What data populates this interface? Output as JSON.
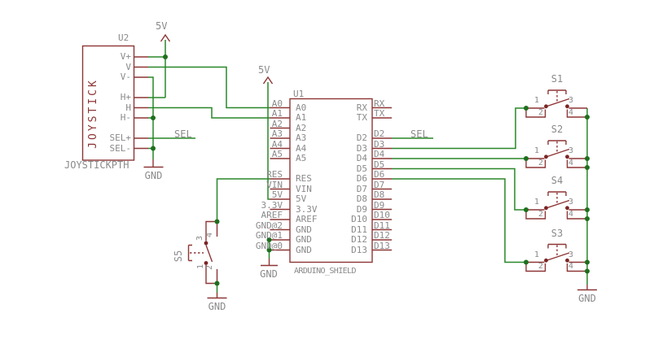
{
  "colors": {
    "wire_green": "#288728",
    "junction_green": "#1d6f1d",
    "symbol_red": "#8e3535",
    "contact_red": "#7a2424",
    "label_gray": "#8a8a8a",
    "background": "#ffffff"
  },
  "power_labels": {
    "v5_joystick": "5V",
    "v5_arduino": "5V",
    "gnd_joystick": "GND",
    "gnd_s5": "GND",
    "gnd_arduino": "GND",
    "gnd_switches": "GND"
  },
  "net_labels": {
    "sel_joystick": "SEL",
    "sel_arduino": "SEL"
  },
  "joystick": {
    "ref": "U2",
    "name": "JOYSTICK",
    "value": "JOYSTICKPTH",
    "pins": [
      "V+",
      "V",
      "V-",
      "H+",
      "H",
      "H-",
      "SEL+",
      "SEL-"
    ]
  },
  "arduino": {
    "ref": "U1",
    "value": "ARDUINO_SHIELD",
    "left_pins_outside": [
      "A0",
      "A1",
      "A2",
      "A3",
      "A4",
      "A5",
      "RES",
      "VIN",
      "5V",
      "3.3V",
      "AREF",
      "GND@2",
      "GND@1",
      "GND@0"
    ],
    "left_pins_inside": [
      "A0",
      "A1",
      "A2",
      "A3",
      "A4",
      "A5",
      "RES",
      "VIN",
      "5V",
      "3.3V",
      "AREF",
      "GND",
      "GND",
      "GND"
    ],
    "right_pins_inside": [
      "RX",
      "TX",
      "D2",
      "D3",
      "D4",
      "D5",
      "D6",
      "D7",
      "D8",
      "D9",
      "D10",
      "D11",
      "D12",
      "D13"
    ],
    "right_pins_outside": [
      "RX",
      "TX",
      "D2",
      "D3",
      "D4",
      "D5",
      "D6",
      "D7",
      "D8",
      "D9",
      "D10",
      "D11",
      "D12",
      "D13"
    ]
  },
  "switch_refs": {
    "s1": "S1",
    "s2": "S2",
    "s4": "S4",
    "s3": "S3",
    "s5": "S5"
  },
  "switch_pin_numbers": [
    "1",
    "2",
    "3",
    "4"
  ]
}
